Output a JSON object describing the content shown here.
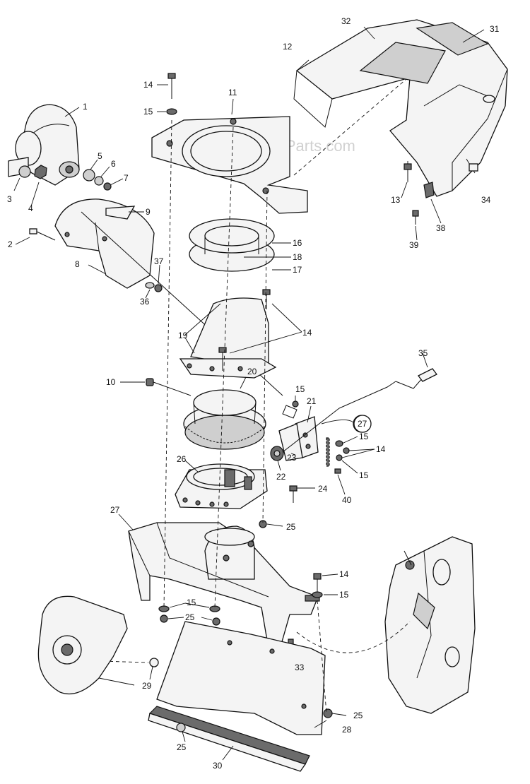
{
  "watermark": "eReplacementParts.com",
  "colors": {
    "ink": "#111111",
    "fill_light": "#f4f4f4",
    "fill_mid": "#cfcfcf",
    "fill_dark": "#6b6b6b"
  },
  "labels": {
    "l1": "1",
    "l2": "2",
    "l3": "3",
    "l4": "4",
    "l5": "5",
    "l6": "6",
    "l7": "7",
    "l8": "8",
    "l9": "9",
    "l10": "10",
    "l11": "11",
    "l12": "12",
    "l13": "13",
    "l14a": "14",
    "l14b": "14",
    "l14c": "14",
    "l14d": "14",
    "l15a": "15",
    "l15b": "15",
    "l15c": "15",
    "l15d": "15",
    "l15e": "15",
    "l15f": "15",
    "l16": "16",
    "l17": "17",
    "l18": "18",
    "l19": "19",
    "l20": "20",
    "l21": "21",
    "l22": "22",
    "l23": "23",
    "l24": "24",
    "l25a": "25",
    "l25b": "25",
    "l25c": "25",
    "l25d": "25",
    "l26": "26",
    "l27a": "27",
    "l27b": "27",
    "l28": "28",
    "l29": "29",
    "l30": "30",
    "l31": "31",
    "l32": "32",
    "l33": "33",
    "l34": "34",
    "l35": "35",
    "l36": "36",
    "l37": "37",
    "l38": "38",
    "l39": "39",
    "l40": "40"
  }
}
